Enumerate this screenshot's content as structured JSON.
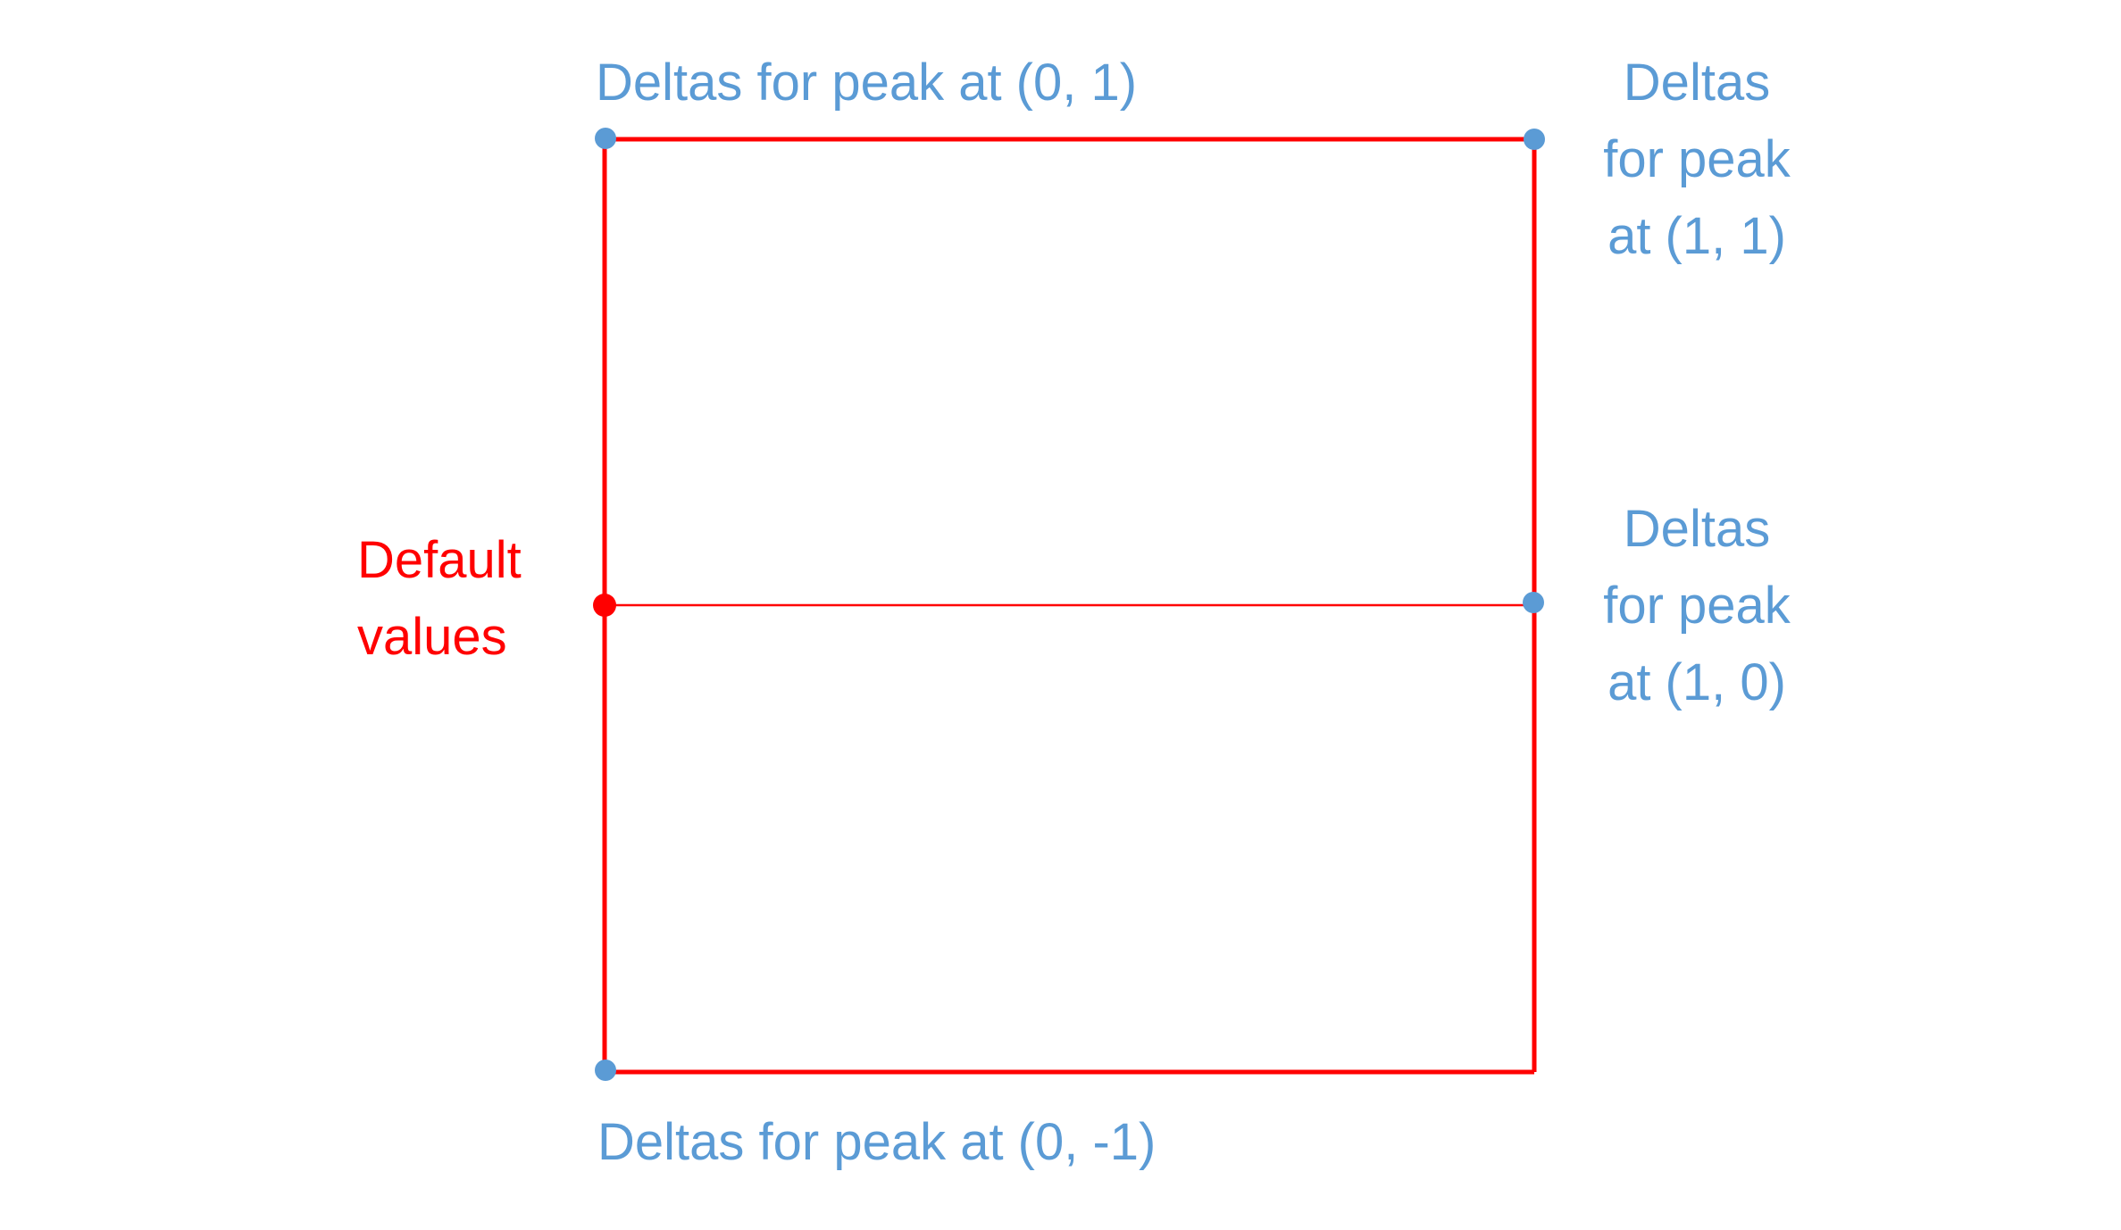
{
  "colors": {
    "frame": "#ff0000",
    "peak": "#5b9bd5",
    "default": "#ff0000",
    "background": "#ffffff"
  },
  "labels": {
    "top_left": "Deltas for peak at (0, 1)",
    "top_right": [
      "Deltas",
      "for peak",
      "at (1, 1)"
    ],
    "middle_right": [
      "Deltas",
      "for peak",
      "at (1, 0)"
    ],
    "default": [
      "Default",
      "values"
    ],
    "bottom_left": "Deltas for peak at (0, -1)"
  }
}
